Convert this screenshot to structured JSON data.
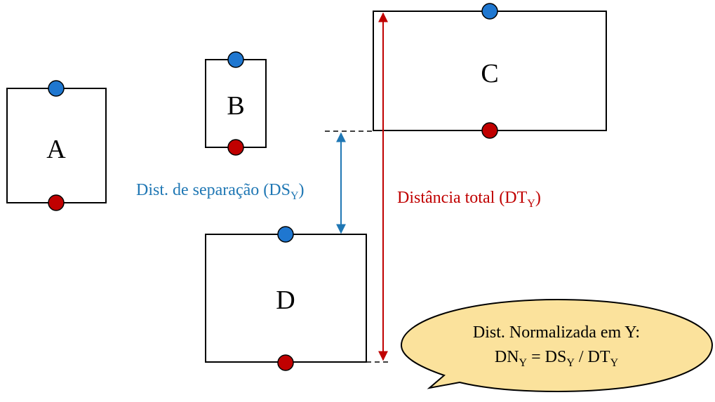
{
  "boxes": {
    "a": {
      "label": "A"
    },
    "b": {
      "label": "B"
    },
    "c": {
      "label": "C"
    },
    "d": {
      "label": "D"
    }
  },
  "separation": {
    "text": "Dist. de separação (DS",
    "sub": "Y",
    "close": ")",
    "color": "#1f77b4"
  },
  "total": {
    "text": "Distância total (DT",
    "sub": "Y",
    "close": ")",
    "color": "#c00000"
  },
  "bubble": {
    "line1": "Dist. Normalizada em Y:",
    "line2_dn": "DN",
    "line2_dn_sub": "Y",
    "line2_eq": " = DS",
    "line2_ds_sub": "Y",
    "line2_div": " / DT",
    "line2_dt_sub": "Y",
    "fill": "#fbe29c"
  },
  "dots": {
    "top_color": "#1f77d0",
    "bottom_color": "#c00000"
  }
}
